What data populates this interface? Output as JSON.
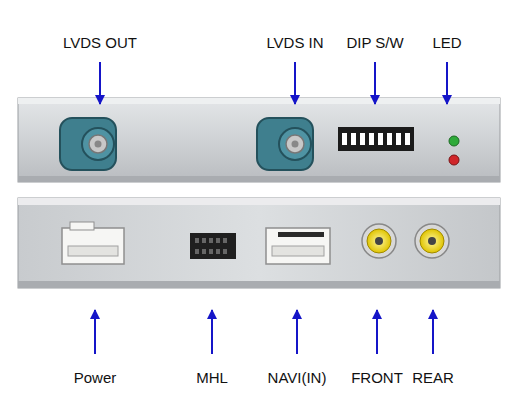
{
  "diagram": {
    "labels": [
      "LVDS OUT",
      "LVDS IN",
      "DIP S/W",
      "LED",
      "Power",
      "MHL",
      "NAVI(IN)",
      "FRONT",
      "REAR"
    ]
  }
}
